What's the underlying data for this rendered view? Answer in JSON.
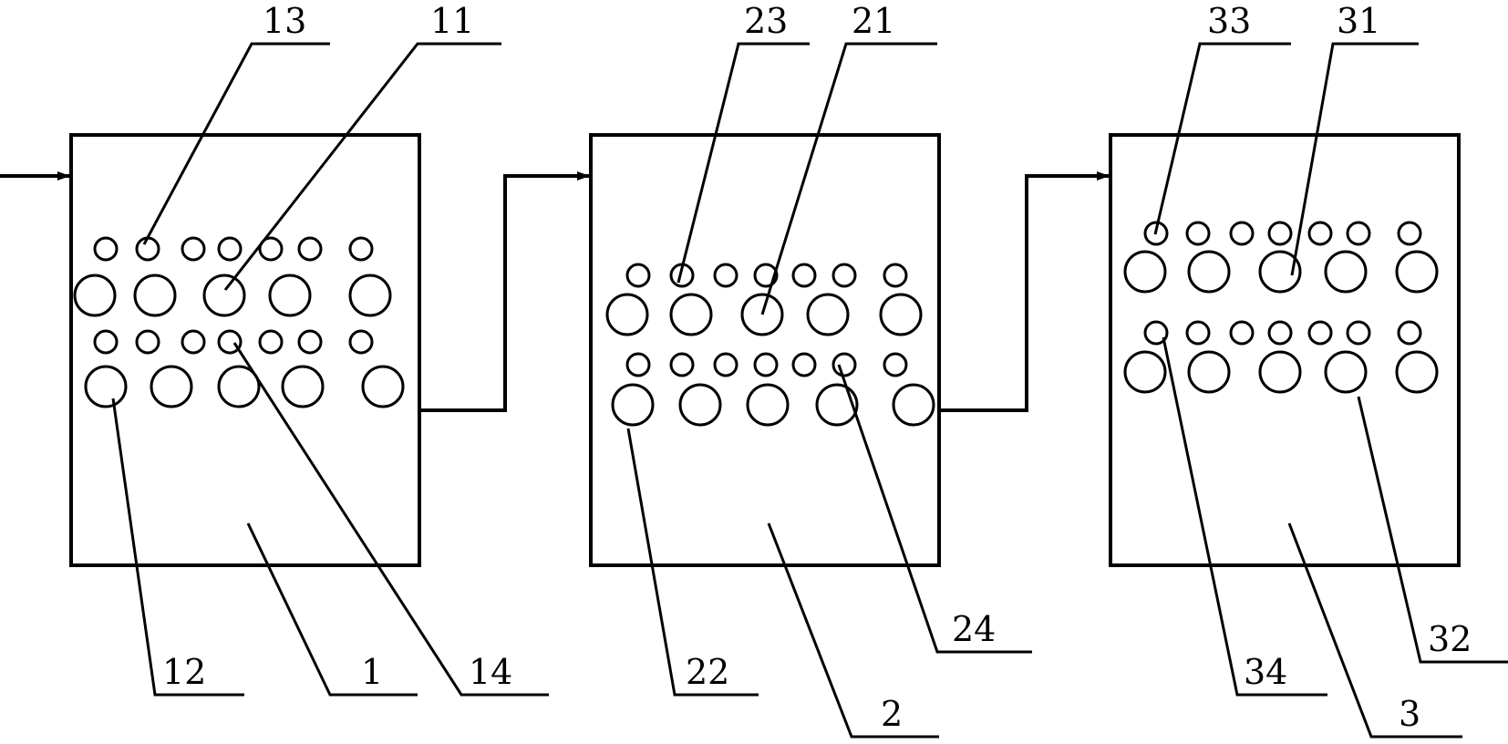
{
  "units": [
    {
      "id": "1",
      "label": "1"
    },
    {
      "id": "2",
      "label": "2"
    },
    {
      "id": "3",
      "label": "3"
    }
  ],
  "callouts": [
    {
      "unit": "1",
      "label": "13"
    },
    {
      "unit": "1",
      "label": "11"
    },
    {
      "unit": "1",
      "label": "12"
    },
    {
      "unit": "1",
      "label": "14"
    },
    {
      "unit": "2",
      "label": "23"
    },
    {
      "unit": "2",
      "label": "21"
    },
    {
      "unit": "2",
      "label": "22"
    },
    {
      "unit": "2",
      "label": "24"
    },
    {
      "unit": "3",
      "label": "33"
    },
    {
      "unit": "3",
      "label": "31"
    },
    {
      "unit": "3",
      "label": "34"
    },
    {
      "unit": "3",
      "label": "32"
    }
  ],
  "colors": {
    "stroke": "#000000",
    "background": "#ffffff"
  }
}
